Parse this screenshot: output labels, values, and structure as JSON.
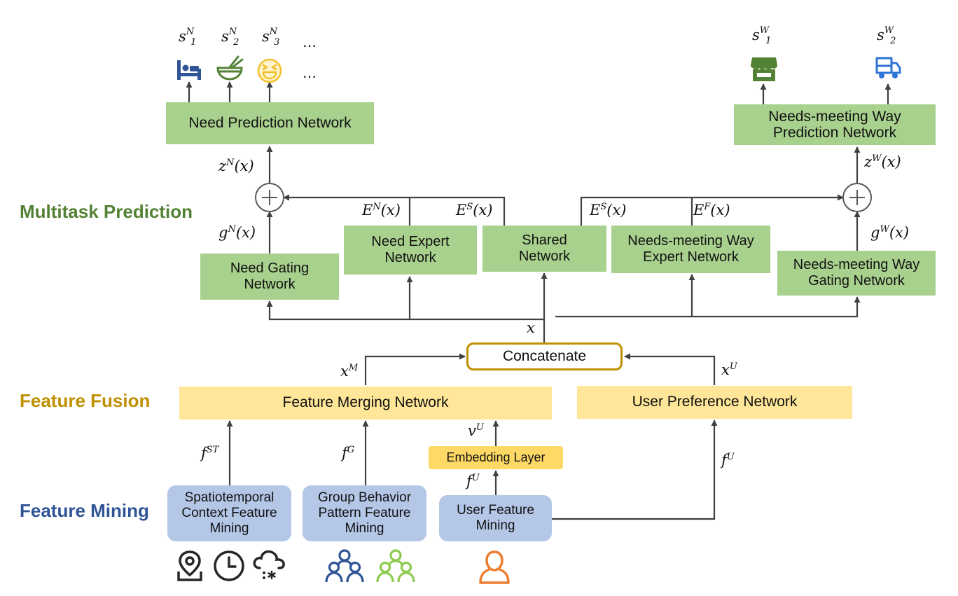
{
  "sections": {
    "multitask": {
      "label": "Multitask Prediction",
      "color": "#548235"
    },
    "fusion": {
      "label": "Feature Fusion",
      "color": "#bf9000"
    },
    "mining": {
      "label": "Feature Mining",
      "color": "#2f5597"
    }
  },
  "boxes": {
    "need_prediction": "Need Prediction Network",
    "way_prediction": "Needs-meeting Way\nPrediction Network",
    "need_gating": "Need Gating\nNetwork",
    "need_expert": "Need Expert\nNetwork",
    "shared": "Shared\nNetwork",
    "way_expert": "Needs-meeting Way\nExpert Network",
    "way_gating": "Needs-meeting Way\nGating Network",
    "concatenate": "Concatenate",
    "feature_merging": "Feature Merging Network",
    "user_preference": "User Preference Network",
    "embedding": "Embedding Layer",
    "spatiotemporal": "Spatiotemporal\nContext Feature\nMining",
    "group_behavior": "Group Behavior\nPattern Feature\nMining",
    "user_feature": "User Feature\nMining"
  },
  "symbols": {
    "s": "s",
    "z": "z",
    "g": "g",
    "E": "E",
    "x": "x",
    "f": "f",
    "v": "v",
    "arg": "(x)",
    "N": "N",
    "W": "W",
    "S": "S",
    "F": "F",
    "M": "M",
    "U": "U",
    "ST": "ST",
    "G": "G",
    "i1": "1",
    "i2": "2",
    "i3": "3",
    "ellipsis": "…",
    "plus": "+"
  },
  "colors": {
    "green": "#a9d18e",
    "yellow": "#ffe699",
    "gold": "#ffd966",
    "blue": "#b4c7e7",
    "concat_border": "#bf9000",
    "arrow": "#404040"
  },
  "icons": {
    "need_outputs": [
      "bed-icon",
      "noodle-bowl-icon",
      "laughing-face-icon"
    ],
    "way_outputs": [
      "store-icon",
      "delivery-truck-icon"
    ],
    "spatiotemporal": [
      "location-pin-icon",
      "clock-icon",
      "snow-cloud-icon"
    ],
    "group": [
      "group-people-blue-icon",
      "group-people-green-icon"
    ],
    "user": [
      "user-person-icon"
    ]
  }
}
